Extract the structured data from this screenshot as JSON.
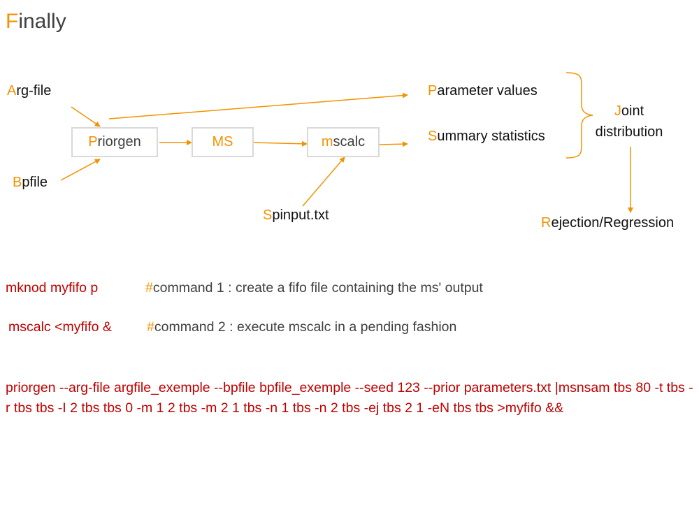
{
  "title": {
    "first": "F",
    "rest": "inally"
  },
  "colors": {
    "accent": "#f39200",
    "command": "#c00000",
    "comment": "#404040",
    "box_border": "#d9d9d9"
  },
  "inputs": {
    "arg_file": {
      "first": "A",
      "rest": "rg-file"
    },
    "bpfile": {
      "first": "B",
      "rest": "pfile"
    },
    "spinput": {
      "first": "S",
      "rest": "pinput.txt"
    }
  },
  "boxes": {
    "priorgen": {
      "first": "P",
      "rest": "riorgen"
    },
    "ms": {
      "first": "M",
      "rest": "S"
    },
    "mscalc": {
      "first": "m",
      "rest": "scalc"
    }
  },
  "outputs": {
    "parameters": {
      "first": "P",
      "rest": "arameter values"
    },
    "summary": {
      "first": "S",
      "rest": "ummary statistics"
    },
    "joint_line1": {
      "first": "J",
      "rest": "oint"
    },
    "joint_line2": "distribution",
    "rejection": {
      "first": "R",
      "rest": "ejection/Regression"
    }
  },
  "commands": [
    {
      "cmd": "mknod myfifo p",
      "hash": "#",
      "comment": "command 1 : create a fifo file containing the ms' output"
    },
    {
      "cmd": "mscalc <myfifo &",
      "hash": "#",
      "comment": "command 2 : execute mscalc in a pending fashion"
    }
  ],
  "long_command": "priorgen --arg-file argfile_exemple --bpfile bpfile_exemple --seed 123 --prior parameters.txt |msnsam tbs 80 -t tbs -r tbs tbs -I 2 tbs tbs 0 -m 1 2 tbs -m 2 1 tbs -n 1 tbs -n 2 tbs -ej tbs 2 1 -eN tbs tbs >myfifo &&"
}
